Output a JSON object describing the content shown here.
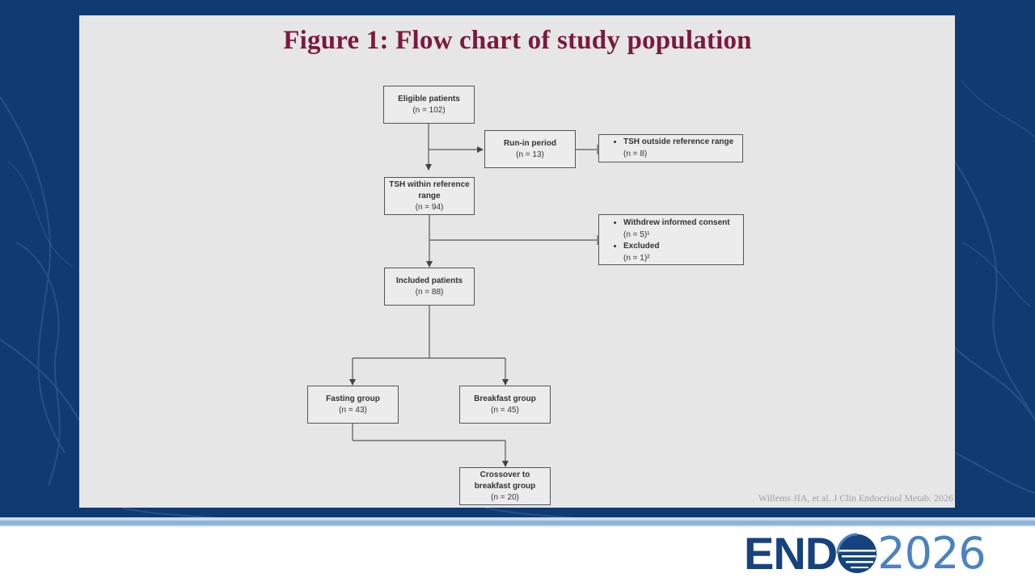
{
  "slide": {
    "title": "Figure 1: Flow chart of study population",
    "citation": "Willems JIA, et al. J Clin Endocrinol Metab. 2026"
  },
  "flowchart": {
    "eligible": {
      "label": "Eligible patients",
      "count": "(n = 102)"
    },
    "run_in": {
      "label": "Run-in period",
      "count": "(n = 13)"
    },
    "tsh_outside": {
      "label": "TSH outside reference range",
      "count": "(n = 8)"
    },
    "tsh_within": {
      "label_line1": "TSH within reference",
      "label_line2": "range",
      "count": "(n = 94)"
    },
    "exclusions": {
      "withdrew_label": "Withdrew informed consent",
      "withdrew_count": "(n = 5)¹",
      "excluded_label": "Excluded",
      "excluded_count": "(n = 1)²"
    },
    "included": {
      "label": "Included patients",
      "count": "(n = 88)"
    },
    "fasting": {
      "label": "Fasting group",
      "count": "(n = 43)"
    },
    "breakfast": {
      "label": "Breakfast group",
      "count": "(n = 45)"
    },
    "crossover": {
      "label_line1": "Crossover to",
      "label_line2": "breakfast group",
      "count": "(n = 20)"
    }
  },
  "logo": {
    "brand": "END",
    "year": "2026"
  },
  "colors": {
    "background": "#0f3a72",
    "panel": "#e6e6e6",
    "title": "#7a1a3e",
    "logo_dark": "#16437e",
    "logo_light": "#4a82c3"
  }
}
